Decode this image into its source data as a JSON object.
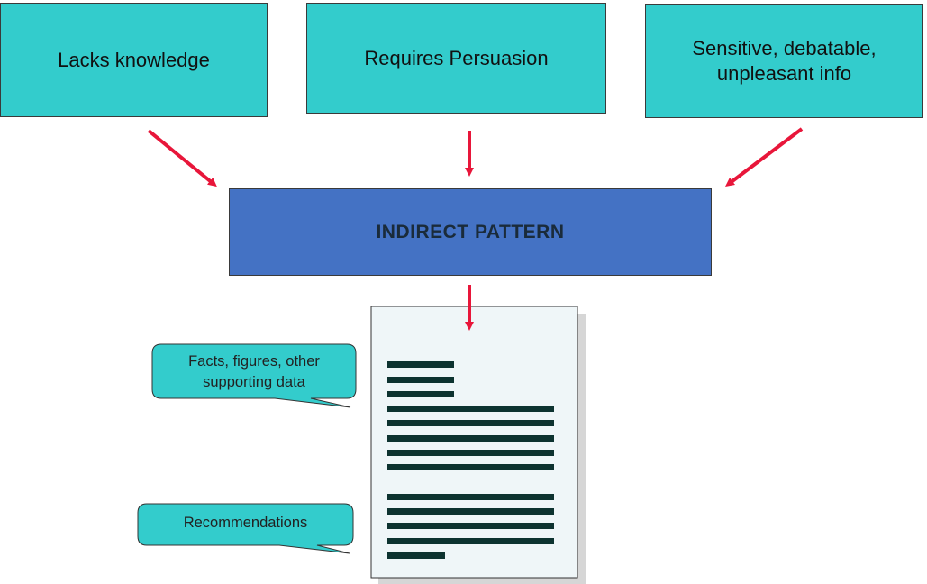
{
  "diagram": {
    "inputs": [
      {
        "label": "Lacks knowledge"
      },
      {
        "label": "Requires Persuasion"
      },
      {
        "label": "Sensitive, debatable, unpleasant info"
      }
    ],
    "center": {
      "label": "INDIRECT PATTERN"
    },
    "callouts": [
      {
        "label": "Facts, figures, other supporting data"
      },
      {
        "label": "Recommendations"
      }
    ],
    "colors": {
      "input_fill": "#33cccc",
      "center_fill": "#4472c4",
      "arrow": "#e8163a",
      "document_fill": "#eff6f8",
      "document_lines": "#0d3330"
    }
  }
}
